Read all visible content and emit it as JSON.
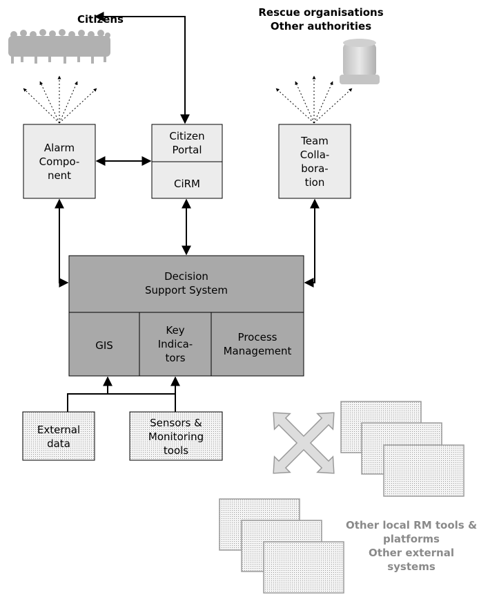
{
  "labels": {
    "citizens": "Citizens",
    "rescue_line1": "Rescue organisations",
    "rescue_line2": "Other authorities",
    "alarm": [
      "Alarm",
      "Compo-",
      "nent"
    ],
    "citizen_portal": [
      "Citizen",
      "Portal"
    ],
    "cirm": "CiRM",
    "team": [
      "Team",
      "Colla-",
      "bora-",
      "tion"
    ],
    "dss": [
      "Decision",
      "Support System"
    ],
    "gis": "GIS",
    "key_indicators": [
      "Key",
      "Indica-",
      "tors"
    ],
    "process_management": [
      "Process",
      "Management"
    ],
    "external_data": [
      "External",
      "data"
    ],
    "sensors": [
      "Sensors &",
      "Monitoring",
      "tools"
    ],
    "other_tools": [
      "Other local RM tools &",
      "platforms",
      "Other external",
      "systems"
    ]
  },
  "colors": {
    "box_light": "#ececec",
    "box_dark": "#a9a9a9",
    "pattern_fill": "#dcdcdc",
    "note_grey": "#8a8a8a"
  },
  "icons": [
    "people-crowd-icon",
    "beacon-light-icon",
    "four-way-arrow-icon"
  ]
}
